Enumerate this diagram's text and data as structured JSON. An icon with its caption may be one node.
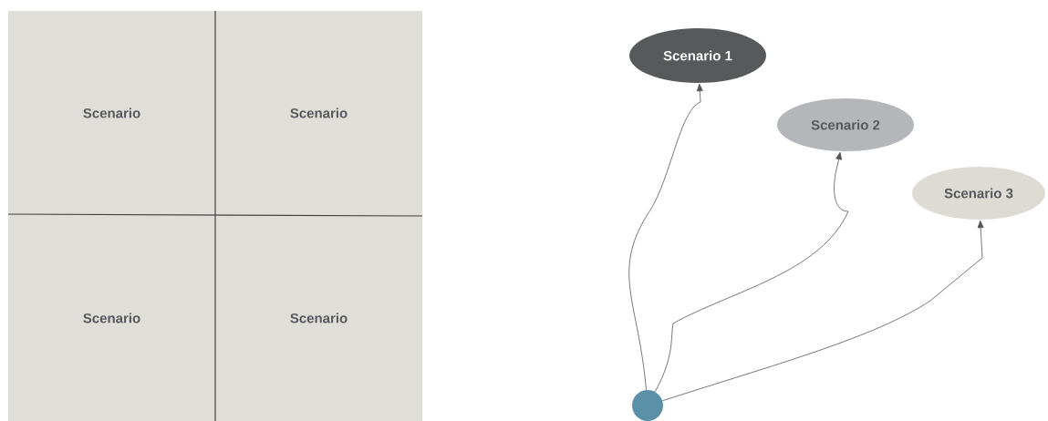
{
  "diagram": {
    "nodes": [
      {
        "text": [
          "Scenario"
        ]
      },
      {
        "text": [
          "Scenario"
        ]
      },
      {
        "text": [
          "Scenario"
        ]
      },
      {
        "text": [
          "Scenario"
        ]
      },
      {
        "text": [
          "Scenario 1"
        ]
      },
      {
        "text": [
          "Scenario 2"
        ]
      },
      {
        "text": [
          "Scenario 3"
        ]
      },
      {
        "text": [],
        "shape": "circle"
      }
    ],
    "edges": [
      {
        "from": 7,
        "to": 4,
        "arrow": "to"
      },
      {
        "from": 7,
        "to": 5,
        "arrow": "to"
      },
      {
        "from": 7,
        "to": 6,
        "arrow": "to"
      }
    ]
  }
}
